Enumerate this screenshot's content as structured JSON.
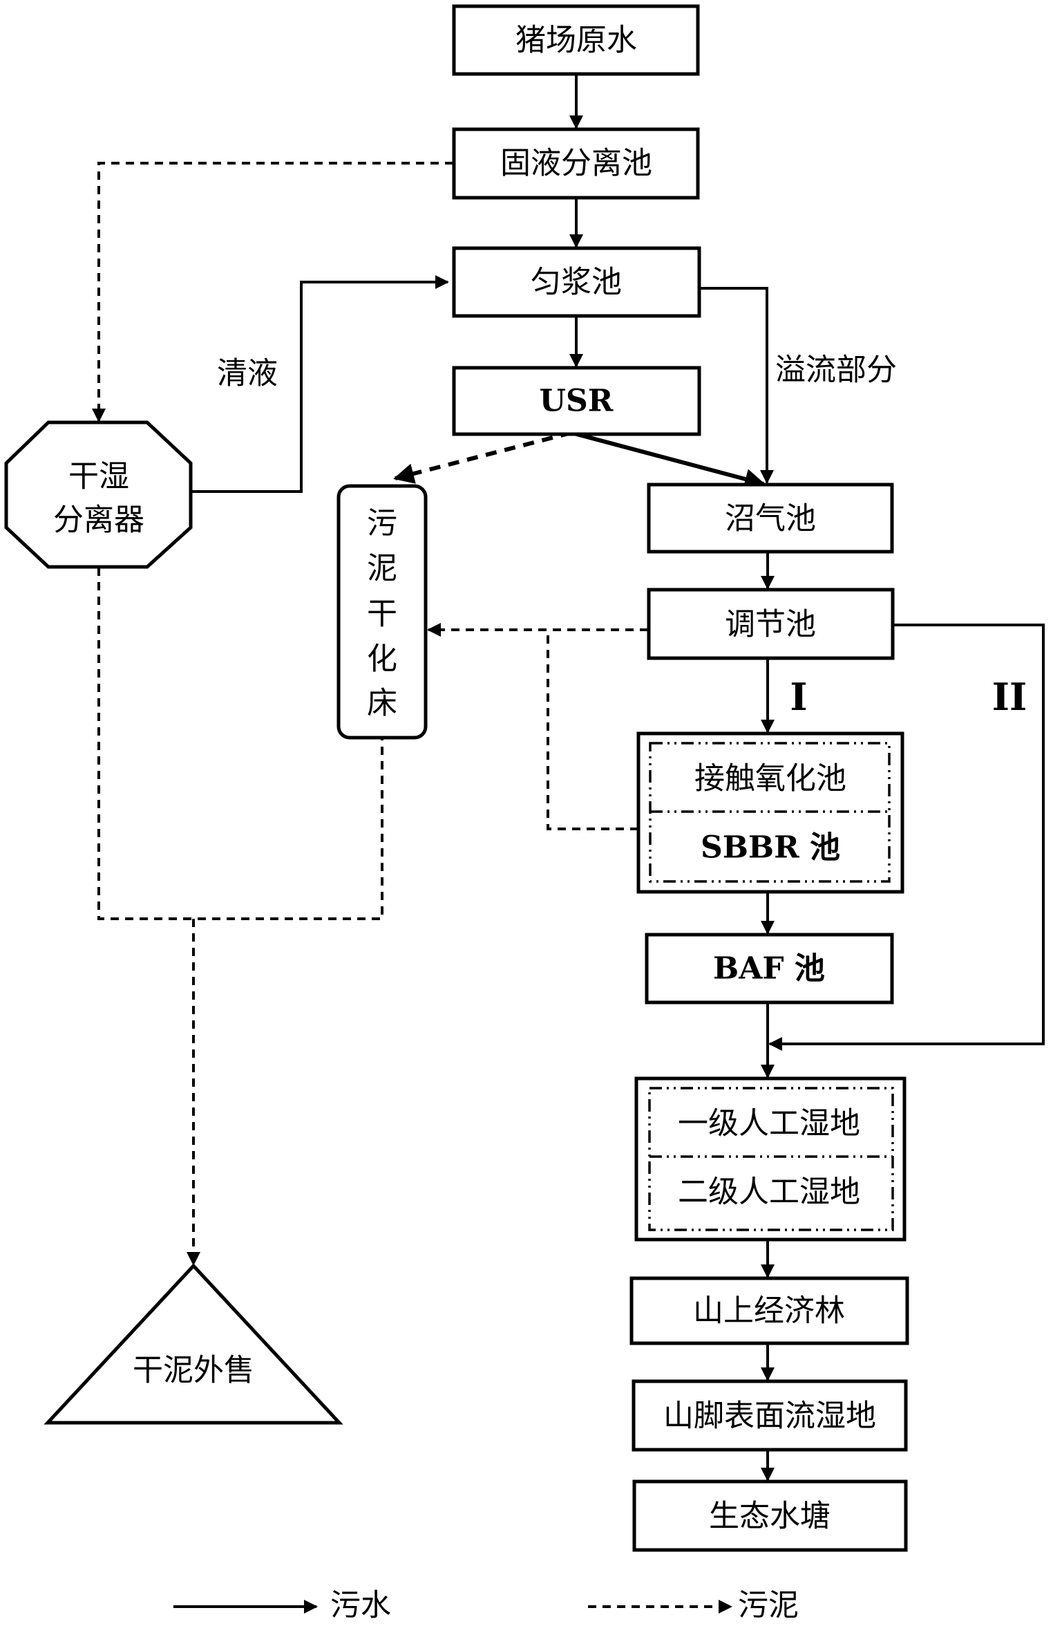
{
  "diagram": {
    "type": "process-flowchart",
    "nodes": {
      "raw_water": "猪场原水",
      "solid_liquid_tank": "固液分离池",
      "homogenizing_tank": "匀浆池",
      "usr": "USR",
      "biogas_tank": "沼气池",
      "regulating_tank": "调节池",
      "contact_oxidation_tank": "接触氧化池",
      "sbbr_tank": "SBBR 池",
      "baf_tank": "BAF 池",
      "wetland_1": "一级人工湿地",
      "wetland_2": "二级人工湿地",
      "forest": "山上经济林",
      "surface_wetland": "山脚表面流湿地",
      "eco_pond": "生态水塘",
      "dry_wet_separator_line1": "干湿",
      "dry_wet_separator_line2": "分离器",
      "sludge_bed_chars": [
        "污",
        "泥",
        "干",
        "化",
        "床"
      ],
      "dry_sludge_sale": "干泥外售"
    },
    "edge_labels": {
      "clear_liquid": "清液",
      "overflow": "溢流部分",
      "route_1": "I",
      "route_2": "II"
    },
    "legend": {
      "sewage": "污水",
      "sludge": "污泥"
    }
  }
}
